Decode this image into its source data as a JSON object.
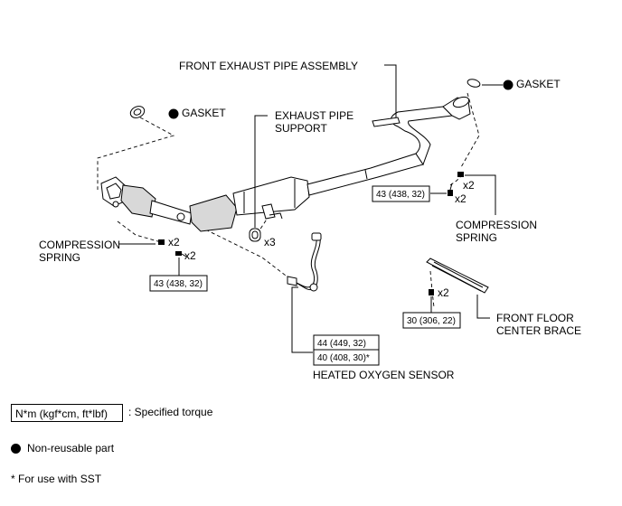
{
  "labels": {
    "front_exhaust_pipe_assembly": "FRONT EXHAUST PIPE ASSEMBLY",
    "exhaust_pipe_support_1": "EXHAUST PIPE",
    "exhaust_pipe_support_2": "SUPPORT",
    "gasket_left": "GASKET",
    "gasket_right": "GASKET",
    "compression_spring_left_1": "COMPRESSION",
    "compression_spring_left_2": "SPRING",
    "compression_spring_right_1": "COMPRESSION",
    "compression_spring_right_2": "SPRING",
    "front_floor_center_brace_1": "FRONT FLOOR",
    "front_floor_center_brace_2": "CENTER BRACE",
    "heated_oxygen_sensor": "HEATED OXYGEN SENSOR"
  },
  "quantities": {
    "support_x3": "x3",
    "left_spring_x2": "x2",
    "left_bolt_x2": "x2",
    "right_spring_x2": "x2",
    "right_bolt_x2": "x2",
    "brace_bolt_x2": "x2"
  },
  "torques": {
    "left_bolt": "43 (438, 32)",
    "right_bolt": "43 (438, 32)",
    "brace": "30 (306, 22)",
    "sensor_1": "44 (449, 32)",
    "sensor_2": "40 (408, 30)*"
  },
  "legend": {
    "torque_unit": "N*m (kgf*cm, ft*lbf)",
    "torque_desc": ": Specified torque",
    "non_reusable": "Non-reusable part",
    "sst_note": "* For use with SST"
  }
}
